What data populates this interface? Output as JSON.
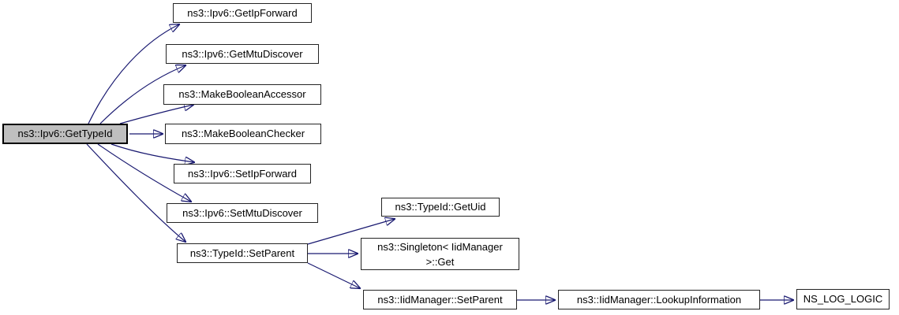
{
  "diagram": {
    "type": "call-graph",
    "colors": {
      "edge": "#191970",
      "root_fill": "#bfbfbf",
      "node_fill": "#ffffff",
      "node_border": "#242424",
      "text": "#000000"
    },
    "nodes": [
      {
        "id": "ipv6-get-type-id",
        "label": "ns3::Ipv6::GetTypeId",
        "is_root": true
      },
      {
        "id": "ipv6-get-ip-forward",
        "label": "ns3::Ipv6::GetIpForward"
      },
      {
        "id": "ipv6-get-mtu-discover",
        "label": "ns3::Ipv6::GetMtuDiscover"
      },
      {
        "id": "make-boolean-accessor",
        "label": "ns3::MakeBooleanAccessor"
      },
      {
        "id": "make-boolean-checker",
        "label": "ns3::MakeBooleanChecker"
      },
      {
        "id": "ipv6-set-ip-forward",
        "label": "ns3::Ipv6::SetIpForward"
      },
      {
        "id": "ipv6-set-mtu-discover",
        "label": "ns3::Ipv6::SetMtuDiscover"
      },
      {
        "id": "typeid-set-parent",
        "label": "ns3::TypeId::SetParent"
      },
      {
        "id": "typeid-get-uid",
        "label": "ns3::TypeId::GetUid"
      },
      {
        "id": "singleton-get",
        "label": "ns3::Singleton< IidManager >::Get"
      },
      {
        "id": "iidmanager-set-parent",
        "label": "ns3::IidManager::SetParent"
      },
      {
        "id": "iidmanager-lookup-information",
        "label": "ns3::IidManager::LookupInformation"
      },
      {
        "id": "ns-log-logic",
        "label": "NS_LOG_LOGIC"
      }
    ],
    "edges": [
      {
        "from": "ipv6-get-type-id",
        "to": "ipv6-get-ip-forward"
      },
      {
        "from": "ipv6-get-type-id",
        "to": "ipv6-get-mtu-discover"
      },
      {
        "from": "ipv6-get-type-id",
        "to": "make-boolean-accessor"
      },
      {
        "from": "ipv6-get-type-id",
        "to": "make-boolean-checker"
      },
      {
        "from": "ipv6-get-type-id",
        "to": "ipv6-set-ip-forward"
      },
      {
        "from": "ipv6-get-type-id",
        "to": "ipv6-set-mtu-discover"
      },
      {
        "from": "ipv6-get-type-id",
        "to": "typeid-set-parent"
      },
      {
        "from": "typeid-set-parent",
        "to": "typeid-get-uid"
      },
      {
        "from": "typeid-set-parent",
        "to": "singleton-get"
      },
      {
        "from": "typeid-set-parent",
        "to": "iidmanager-set-parent"
      },
      {
        "from": "iidmanager-set-parent",
        "to": "iidmanager-lookup-information"
      },
      {
        "from": "iidmanager-lookup-information",
        "to": "ns-log-logic"
      }
    ]
  }
}
